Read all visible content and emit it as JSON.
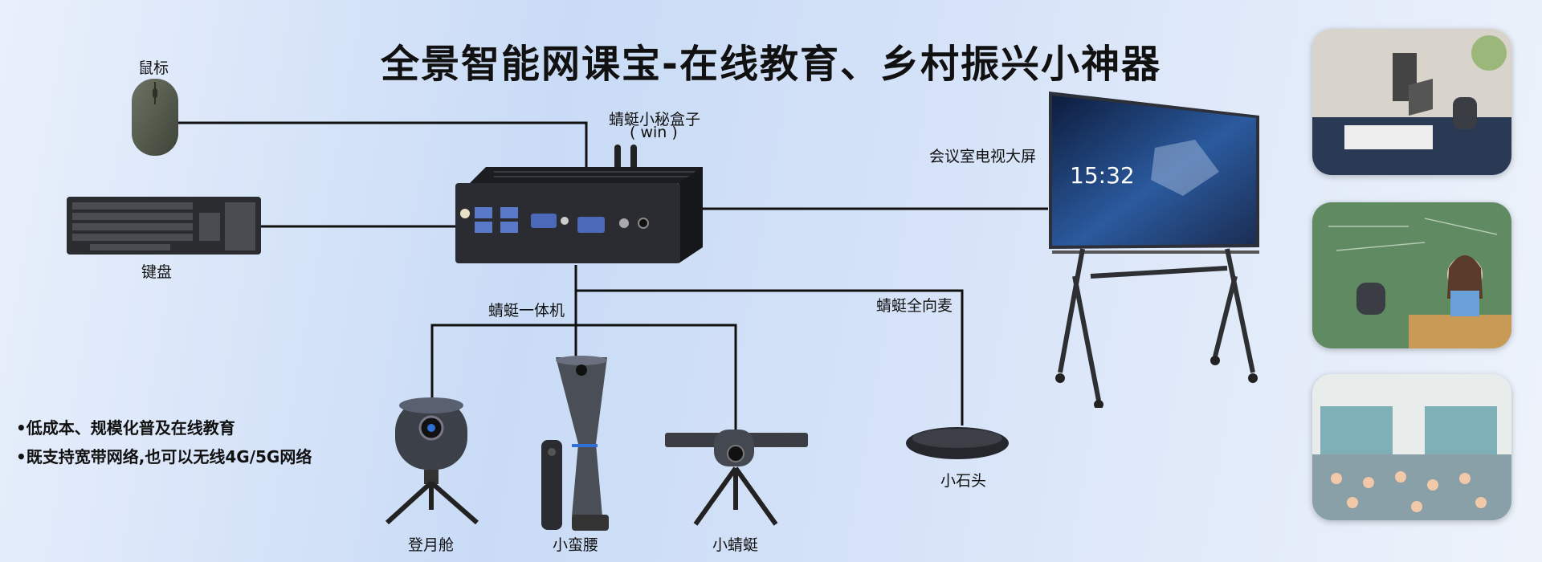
{
  "title": "全景智能网课宝-在线教育、乡村振兴小神器",
  "devices": {
    "mouse": "鼠标",
    "keyboard": "键盘",
    "box": "蜻蜓小秘盒子",
    "box_os": "( win )",
    "tv": "会议室电视大屏",
    "tv_clock": "15:32",
    "allinone": "蜻蜓一体机",
    "mic": "蜻蜓全向麦",
    "dengyuecang": "登月舱",
    "xiaomanyao": "小蛮腰",
    "xiaoqingting": "小蜻蜓",
    "xiaoshitou": "小石头"
  },
  "features": [
    "•低成本、规模化普及在线教育",
    "•既支持宽带网络,也可以无线4G/5G网络"
  ],
  "colors": {
    "line": "#111111",
    "device_dark": "#3a3d44",
    "accent_blue": "#2f6fd6"
  }
}
